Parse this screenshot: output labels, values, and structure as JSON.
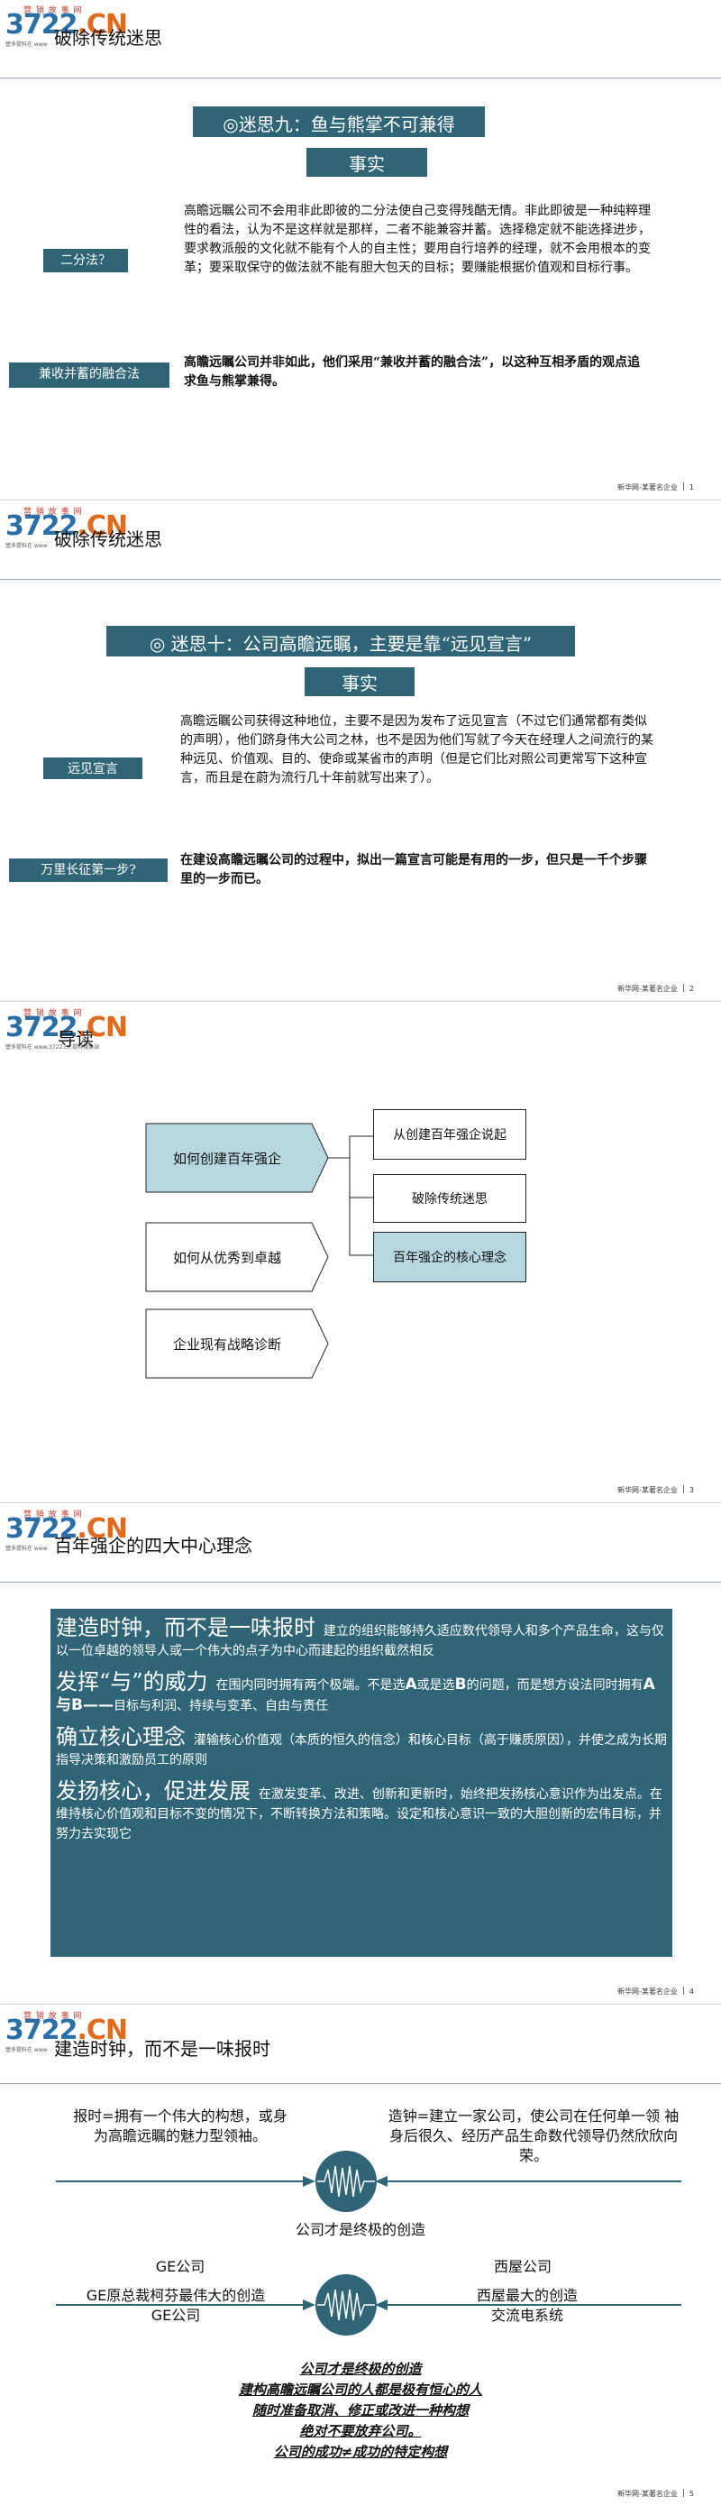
{
  "logo": {
    "number_a": "3",
    "number_b": "722",
    "number_c": ".CN",
    "cn": "营 销 故 事 网",
    "sub": "營多提料在 www.3722.cn 提料搜集站",
    "sub_short": "營多提料在 www"
  },
  "slide1": {
    "title": "破除传统迷思",
    "header": "◎迷思九：鱼与熊掌不可兼得",
    "fact": "事实",
    "label1": "二分法？",
    "text1": "高瞻远瞩公司不会用非此即彼的二分法使自己变得残酷无情。非此即彼是一种纯粹理性的看法，认为不是这样就是那样，二者不能兼容并蓄。选择稳定就不能选择进步，要求教派般的文化就不能有个人的自主性；要用自行培养的经理，就不会用根本的变革；要采取保守的做法就不能有胆大包天的目标；要赚能根据价值观和目标行事。",
    "label2": "兼收并蓄的融合法",
    "text2": "高瞻远瞩公司并非如此，他们采用“兼收并蓄的融合法”，以这种互相矛盾的观点追求鱼与熊掌兼得。",
    "footer": "新华网-某著名企业",
    "page": "1"
  },
  "slide2": {
    "title": "破除传统迷思",
    "header": "◎ 迷思十：公司高瞻远瞩，主要是靠“远见宣言”",
    "fact": "事实",
    "label1": "远见宣言",
    "text1": "高瞻远瞩公司获得这种地位，主要不是因为发布了远见宣言（不过它们通常都有类似的声明），他们跻身伟大公司之林，也不是因为他们写就了今天在经理人之间流行的某种远见、价值观、目的、使命或某省市的声明（但是它们比对照公司更常写下这种宣言，而且是在蔚为流行几十年前就写出来了）。",
    "label2": "万里长征第一步?",
    "text2": "在建设高瞻远瞩公司的过程中，拟出一篇宣言可能是有用的一步，但只是一千个步骤里的一步而已。",
    "footer": "新华网-某著名企业",
    "page": "2"
  },
  "slide3": {
    "title": "导读",
    "main1": "如何创建百年强企",
    "main2": "如何从优秀到卓越",
    "main3": "企业现有战略诊断",
    "sub1": "从创建百年强企说起",
    "sub2": "破除传统迷思",
    "sub3": "百年强企的核心理念",
    "footer": "新华网-某著名企业",
    "page": "3"
  },
  "slide4": {
    "title": "百年强企的四大中心理念",
    "p1_h": "建造时钟，而不是一味报时",
    "p1_t": "建立的组织能够持久适应数代领导人和多个产品生命，这与仅以一位卓越的领导人或一个伟大的点子为中心而建起的组织截然相反",
    "p2_h": "发挥“与”的威力",
    "p2_t1": "在围内同时拥有两个极端。不是选",
    "p2_a": "A",
    "p2_t2": "或是选",
    "p2_b": "B",
    "p2_t3": "的问题，而是想方设法同时拥有",
    "p2_ab": "A与B——",
    "p2_t4": "目标与利润、持续与变革、自由与责任",
    "p3_h": "确立核心理念",
    "p3_t": "灌输核心价值观（本质的恒久的信念）和核心目标（高于赚质原因），并使之成为长期指导决策和激励员工的原则",
    "p4_h": "发扬核心，促进发展",
    "p4_t": "在激发变革、改进、创新和更新时，始终把发扬核心意识作为出发点。在维持核心价值观和目标不变的情况下，不断转换方法和策略。设定和核心意识一致的大胆创新的宏伟目标，并努力去实现它",
    "footer": "新华网-某著名企业",
    "page": "4"
  },
  "slide5": {
    "title": "建造时钟，而不是一味报时",
    "left_top": "报时=拥有一个伟大的构想，或身为高瞻远瞩的魅力型领袖。",
    "right_top": "造钟=建立一家公司，使公司在任何单一领 袖身后很久、经历产品生命数代领导仍然欣欣向荣。",
    "middle": "公司才是终极的创造",
    "ge_label": "GE公司",
    "ge_desc": "GE原总裁柯芬最伟大的创造",
    "ge_desc2": "GE公司",
    "wh_label": "西屋公司",
    "wh_desc": "西屋最大的创造",
    "wh_desc2": "交流电系统",
    "list": [
      "公司才是终极的创造",
      "建构高瞻远瞩公司的人都是极有恒心的人",
      "随时准备取消、修正或改进一种构想",
      "绝对不要放弃公司。",
      "公司的成功≠成功的特定构想"
    ],
    "footer": "新华网-某著名企业",
    "page": "5"
  }
}
